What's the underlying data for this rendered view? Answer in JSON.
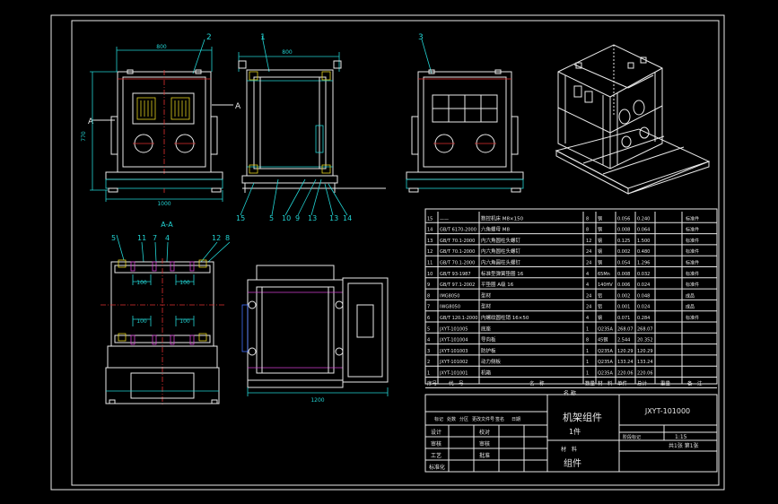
{
  "views": {
    "front": {
      "balloon": "2",
      "width_dim": "800",
      "height_dim": "770",
      "base_dim": "1000",
      "section_mark": "A"
    },
    "side": {
      "balloon_top": "1",
      "width_dim": "800",
      "bottom_balloons": [
        "15",
        "5",
        "10",
        "9",
        "13",
        "13",
        "14"
      ]
    },
    "back": {
      "balloon": "3"
    },
    "section": {
      "title": "A-A",
      "balloons": [
        "5",
        "11",
        "7",
        "4",
        "12",
        "8"
      ],
      "dims": [
        "100",
        "100",
        "100",
        "100"
      ]
    },
    "plan": {
      "length_dim": "1200"
    }
  },
  "bom": {
    "rows": [
      {
        "no": "15",
        "code": "——",
        "name": "数控机床 M8×150",
        "qty": "8",
        "mat": "钢",
        "unit": "0.056",
        "total": "0.240",
        "note": "标准件"
      },
      {
        "no": "14",
        "code": "GB/T 6170-2000",
        "name": "六角螺母 M8",
        "qty": "8",
        "mat": "钢",
        "unit": "0.008",
        "total": "0.064",
        "note": "标准件"
      },
      {
        "no": "13",
        "code": "GB/T 70.1-2000",
        "name": "内六角圆柱头螺钉",
        "qty": "12",
        "mat": "钢",
        "unit": "0.125",
        "total": "1.500",
        "note": "标准件"
      },
      {
        "no": "12",
        "code": "GB/T 70.1-2000",
        "name": "内六角圆柱头螺钉",
        "qty": "24",
        "mat": "钢",
        "unit": "0.002",
        "total": "0.480",
        "note": "标准件"
      },
      {
        "no": "11",
        "code": "GB/T 70.1-2000",
        "name": "内六角圆柱头螺钉",
        "qty": "24",
        "mat": "钢",
        "unit": "0.054",
        "total": "1.296",
        "note": "标准件"
      },
      {
        "no": "10",
        "code": "GB/T 93-1987",
        "name": "标准型弹簧垫圈 16",
        "qty": "4",
        "mat": "65Mn",
        "unit": "0.008",
        "total": "0.032",
        "note": "标准件"
      },
      {
        "no": "9",
        "code": "GB/T 97.1-2002",
        "name": "平垫圈 A级 16",
        "qty": "4",
        "mat": "140HV",
        "unit": "0.006",
        "total": "0.024",
        "note": "标准件"
      },
      {
        "no": "8",
        "code": "IMG8050",
        "name": "型材",
        "qty": "24",
        "mat": "铝",
        "unit": "0.002",
        "total": "0.048",
        "note": "成品"
      },
      {
        "no": "7",
        "code": "IWG8050",
        "name": "型材",
        "qty": "24",
        "mat": "铝",
        "unit": "0.001",
        "total": "0.024",
        "note": "成品"
      },
      {
        "no": "6",
        "code": "GB/T 120.1-2000",
        "name": "内螺纹圆柱销 16×50",
        "qty": "4",
        "mat": "钢",
        "unit": "0.071",
        "total": "0.284",
        "note": "标准件"
      },
      {
        "no": "5",
        "code": "JXYT-101005",
        "name": "底座",
        "qty": "1",
        "mat": "Q235A",
        "unit": "268.07",
        "total": "268.07",
        "note": ""
      },
      {
        "no": "4",
        "code": "JXYT-101004",
        "name": "导向板",
        "qty": "8",
        "mat": "45钢",
        "unit": "2.544",
        "total": "20.352",
        "note": ""
      },
      {
        "no": "3",
        "code": "JXYT-101003",
        "name": "防护板",
        "qty": "1",
        "mat": "Q235A",
        "unit": "120.29",
        "total": "120.29",
        "note": ""
      },
      {
        "no": "2",
        "code": "JXYT-101002",
        "name": "动力侧板",
        "qty": "1",
        "mat": "Q235A",
        "unit": "133.24",
        "total": "133.24",
        "note": ""
      },
      {
        "no": "1",
        "code": "JXYT-101001",
        "name": "机箱",
        "qty": "1",
        "mat": "Q235A",
        "unit": "220.06",
        "total": "220.06",
        "note": ""
      }
    ],
    "header": {
      "no": "序号",
      "code": "代　号",
      "name": "名　称",
      "qty": "数量",
      "mat": "材　料",
      "unit": "单件",
      "total": "总计",
      "weight": "重量",
      "note": "备　注"
    },
    "header_sub": "名 称"
  },
  "title_block": {
    "drawing_name": "机架组件",
    "drawing_name_sub": "1件",
    "drawing_no": "JXYT-101000",
    "scale": "1:15",
    "sheet": "共1张 第1张",
    "material_label": "材　料",
    "material_value": "组件",
    "row_labels": [
      "设计",
      "审核",
      "工艺",
      "标准化"
    ],
    "col_labels": [
      "标记",
      "处数",
      "分区",
      "更改文件号",
      "签名",
      "日期"
    ],
    "approve": "批准",
    "check": "校对",
    "check2": "审核",
    "phase": "阶段标记",
    "weight_label": "重量",
    "ratio_label": "比例"
  }
}
